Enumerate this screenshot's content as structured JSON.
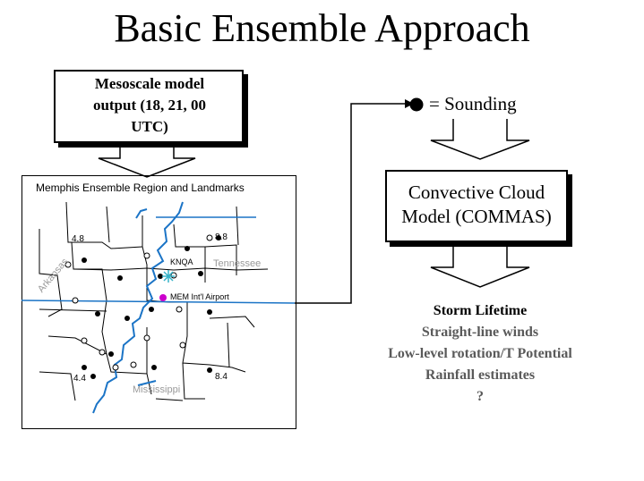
{
  "title": "Basic Ensemble Approach",
  "meso_box": {
    "lines": [
      "Mesoscale model",
      "output (18, 21, 00",
      "UTC)"
    ]
  },
  "legend": {
    "sounding": "= Sounding"
  },
  "ccm_box": {
    "lines": [
      "Convective Cloud",
      "Model (COMMAS)"
    ]
  },
  "map": {
    "title": "Memphis Ensemble Region and Landmarks",
    "labels": {
      "corner_nw": "4.8",
      "corner_ne": "8.8",
      "corner_sw": "4.4",
      "corner_se": "8.4",
      "station": "KNQA",
      "airport": "MEM Int'l Airport",
      "state_tn": "Tennessee",
      "state_ar": "Arkansas",
      "state_ms": "Mississippi"
    }
  },
  "outputs": {
    "items": [
      "Storm Lifetime",
      "Straight-line winds",
      "Low-level rotation/T Potential",
      "Rainfall estimates",
      "?"
    ],
    "first_color": "#000000",
    "rest_color": "#5a5a5a"
  }
}
